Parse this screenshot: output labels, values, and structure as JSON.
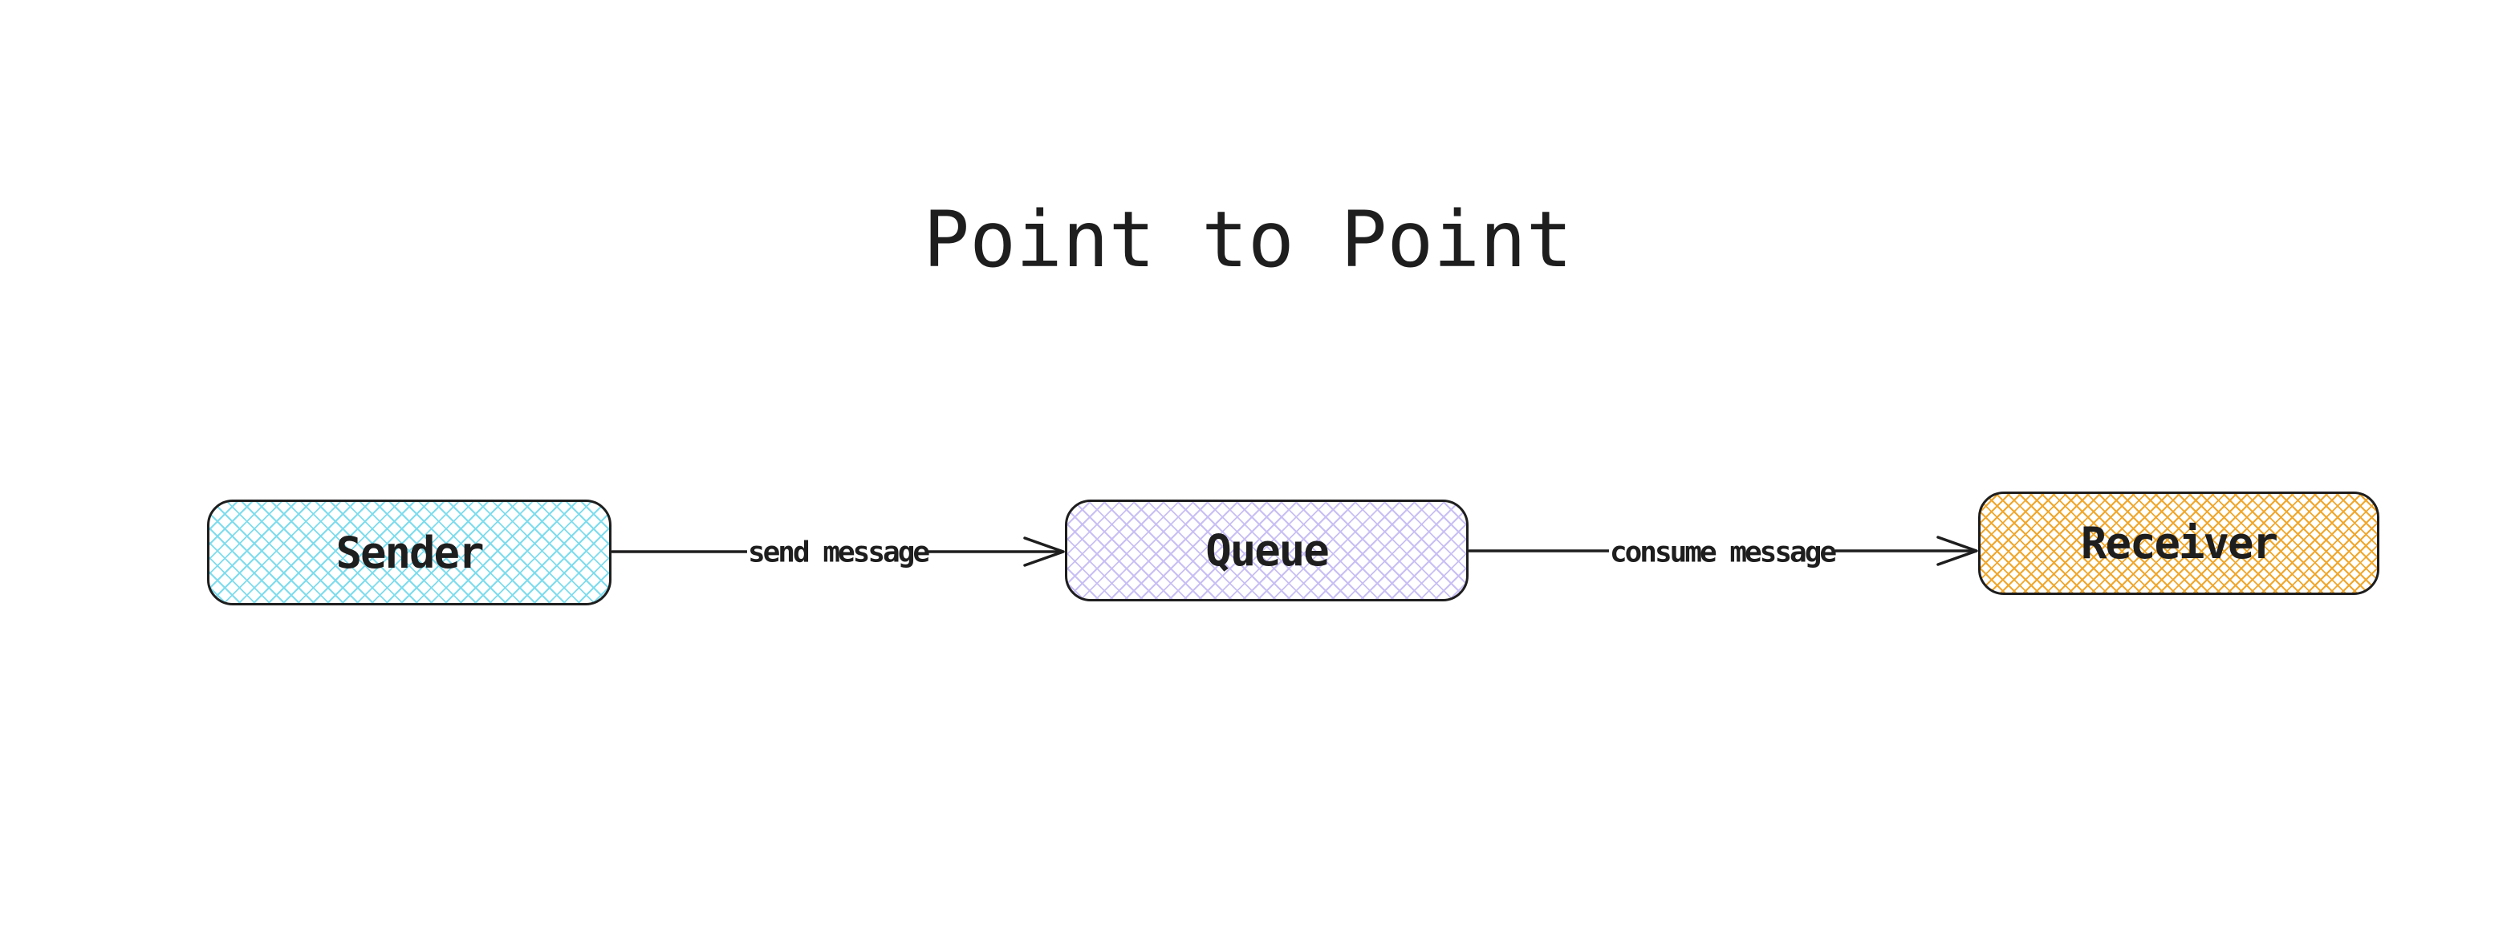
{
  "title": "Point to Point",
  "colors": {
    "stroke": "#1e1e1e",
    "background": "#ffffff",
    "sender_hatch": "#7edced",
    "queue_hatch": "#c9bff4",
    "receiver_hatch": "#f0a72c"
  },
  "diagram": {
    "nodes": [
      {
        "id": "sender",
        "label": "Sender",
        "hatch_color": "#7edced",
        "hatch_period": 13
      },
      {
        "id": "queue",
        "label": "Queue",
        "hatch_color": "#c9bff4",
        "hatch_period": 13
      },
      {
        "id": "receiver",
        "label": "Receiver",
        "hatch_color": "#f0a72c",
        "hatch_period": 10
      }
    ],
    "edges": [
      {
        "id": "send",
        "from": "Sender",
        "to": "Queue",
        "label": "send message"
      },
      {
        "id": "consume",
        "from": "Queue",
        "to": "Receiver",
        "label": "consume message"
      }
    ]
  }
}
